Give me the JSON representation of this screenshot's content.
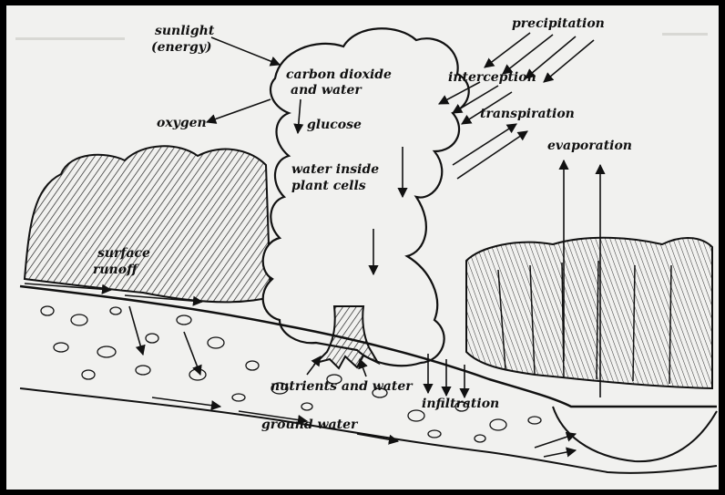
{
  "labels": {
    "sunlight": "sunlight",
    "energy": "(energy)",
    "carbon_dioxide": "carbon dioxide",
    "and_water": "and water",
    "oxygen": "oxygen",
    "glucose": "glucose",
    "precipitation": "precipitation",
    "interception": "interception",
    "transpiration": "transpiration",
    "evaporation": "evaporation",
    "water_inside": "water inside",
    "plant_cells": "plant cells",
    "surface": "surface",
    "runoff": "runoff",
    "nutrients_and_water": "nutrients and water",
    "infiltration": "infiltration",
    "ground_water": "ground water"
  },
  "colors": {
    "ink": "#111111",
    "paper": "#f1f1ef",
    "frame": "#000000"
  }
}
